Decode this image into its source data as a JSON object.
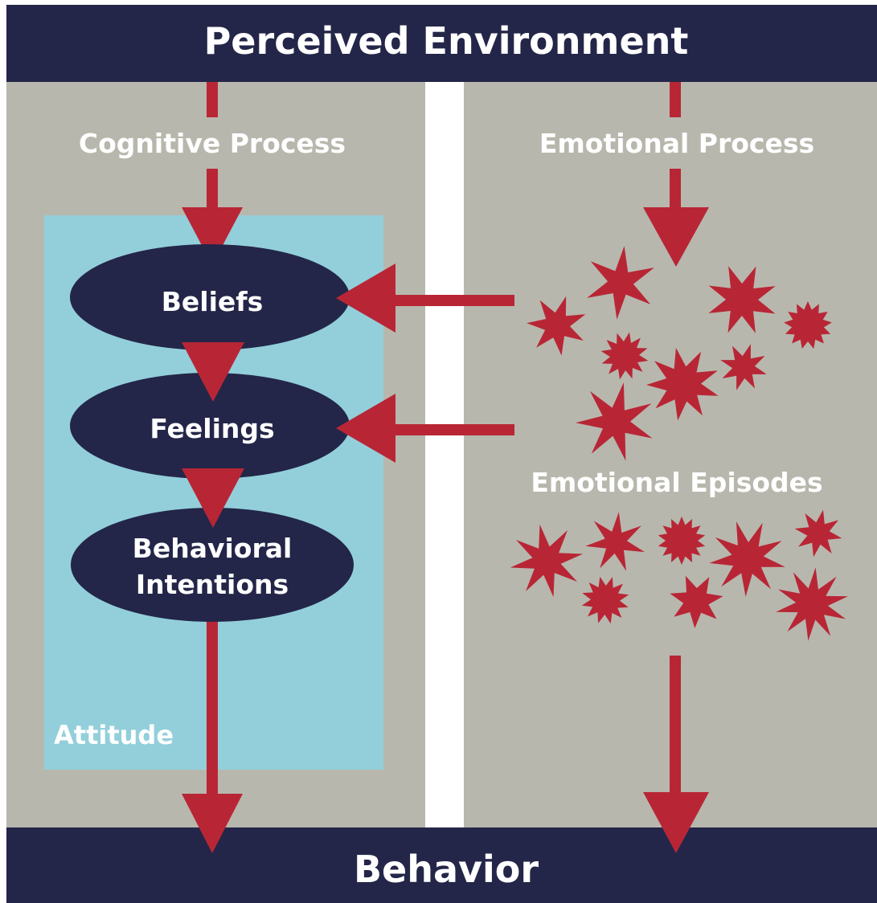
{
  "header": {
    "title": "Perceived Environment"
  },
  "footer": {
    "title": "Behavior"
  },
  "cognitive": {
    "title": "Cognitive Process",
    "box_label": "Attitude",
    "nodes": [
      {
        "id": "beliefs",
        "lines": [
          "Beliefs"
        ]
      },
      {
        "id": "feelings",
        "lines": [
          "Feelings"
        ]
      },
      {
        "id": "intentions",
        "lines": [
          "Behavioral",
          "Intentions"
        ]
      }
    ]
  },
  "emotional": {
    "title": "Emotional Process",
    "episodes_label": "Emotional Episodes"
  },
  "colors": {
    "navy": "#232648",
    "gray": "#b8b7ad",
    "blue": "#93cfdb",
    "red": "#b82636",
    "white": "#ffffff"
  }
}
